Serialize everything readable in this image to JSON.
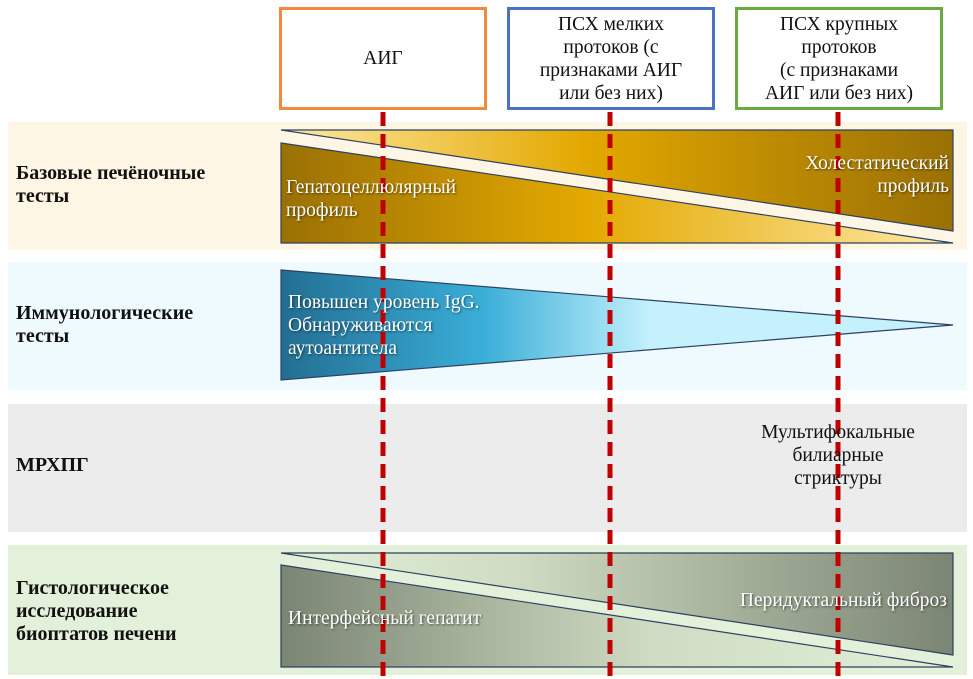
{
  "columns": [
    {
      "id": "aig",
      "label": "АИГ",
      "border_color": "#f08a3e"
    },
    {
      "id": "psc-small",
      "label": "ПСХ мелких\nпротоков (с\nпризнаками АИГ\nили без них)",
      "border_color": "#4a72c4"
    },
    {
      "id": "psc-large",
      "label": "ПСХ крупных\nпротоков\n(с признаками\nАИГ или без них)",
      "border_color": "#6aab40"
    }
  ],
  "rows": [
    {
      "id": "basic-liver-tests",
      "label": "Базовые печёночные\nтесты",
      "background": "#fef6e5"
    },
    {
      "id": "immunological-tests",
      "label": "Иммунологические\nтесты",
      "background": "#eefaff"
    },
    {
      "id": "mrcp",
      "label": "МРХПГ",
      "background": "#ececec"
    },
    {
      "id": "histology",
      "label": "Гистологическое\nисследование\nбиоптатов печени",
      "background": "#e3f0da"
    }
  ],
  "shapes": {
    "hepatocellular_profile": "Гепатоцеллюлярный\nпрофиль",
    "cholestatic_profile": "Холестатический\nпрофиль",
    "immuno": "Повышен уровень IgG.\nОбнаруживаются\nаутоантитела",
    "mrcp_finding": "Мультифокальные\nбилиарные\nстриктуры",
    "interface_hepatitis": "Интерфейсный гепатит",
    "periductal_fibrosis": "Перидуктальный фиброз"
  },
  "colors": {
    "divider_line": "#c00000",
    "gold_dark": "#9a7004",
    "gold_mid": "#e3a800",
    "gold_light": "#ffe9a6",
    "blue_dark": "#236e92",
    "blue_mid": "#3aaed8",
    "blue_light": "#c4f1fc",
    "green_dark": "#7b8573",
    "green_light": "#e3f0da",
    "outline": "#2e4160"
  }
}
